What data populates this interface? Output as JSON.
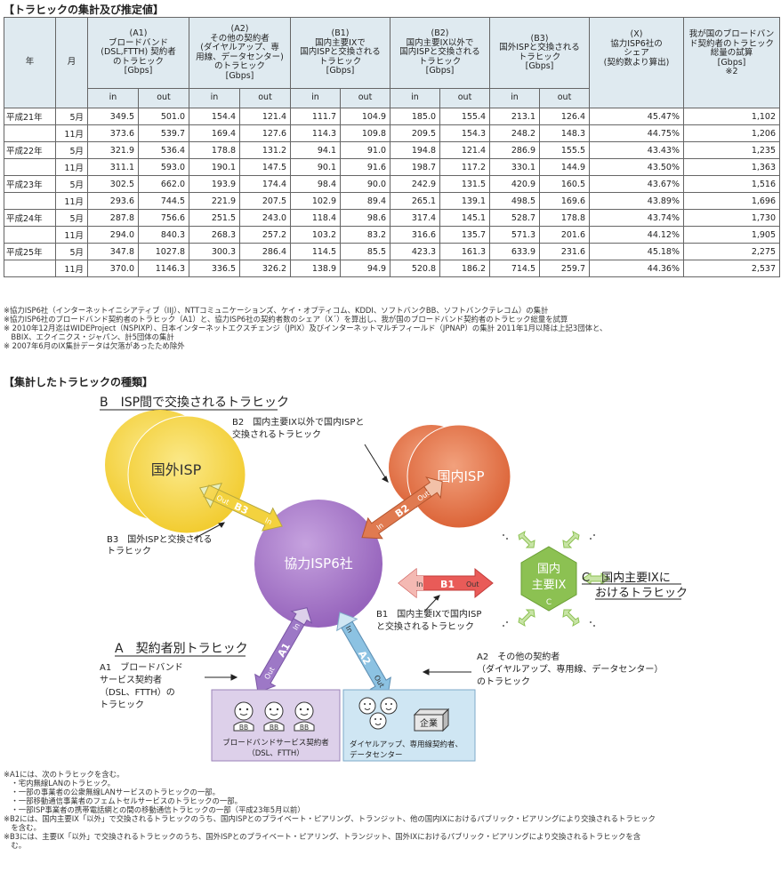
{
  "table_section_title": "【トラヒックの集計及び推定値】",
  "table": {
    "header": {
      "year": "年",
      "month": "月",
      "a1": [
        "(A1)",
        "ブロードバンド",
        "(DSL,FTTH) 契約者",
        "のトラヒック",
        "[Gbps]"
      ],
      "a2": [
        "(A2)",
        "その他の契約者",
        "(ダイヤルアップ、専",
        "用線、データセンター)",
        "のトラヒック",
        "[Gbps]"
      ],
      "b1": [
        "(B1)",
        "国内主要IXで",
        "国内ISPと交換される",
        "トラヒック",
        "[Gbps]"
      ],
      "b2": [
        "(B2)",
        "国内主要IX以外で",
        "国内ISPと交換される",
        "トラヒック",
        "[Gbps]"
      ],
      "b3": [
        "(B3)",
        "国外ISPと交換される",
        "トラヒック",
        "[Gbps]"
      ],
      "x": [
        "(X)",
        "協力ISP6社の",
        "シェア",
        "(契約数より算出)"
      ],
      "total": [
        "我が国のブロードバン",
        "ド契約者のトラヒック",
        "総量の試算",
        "[Gbps]",
        "※2"
      ],
      "in": "in",
      "out": "out"
    },
    "rows": [
      {
        "year": "平成21年",
        "month": "5月",
        "a1_in": "349.5",
        "a1_out": "501.0",
        "a2_in": "154.4",
        "a2_out": "121.4",
        "b1_in": "111.7",
        "b1_out": "104.9",
        "b2_in": "185.0",
        "b2_out": "155.4",
        "b3_in": "213.1",
        "b3_out": "126.4",
        "share": "45.47%",
        "total": "1,102"
      },
      {
        "year": "",
        "month": "11月",
        "a1_in": "373.6",
        "a1_out": "539.7",
        "a2_in": "169.4",
        "a2_out": "127.6",
        "b1_in": "114.3",
        "b1_out": "109.8",
        "b2_in": "209.5",
        "b2_out": "154.3",
        "b3_in": "248.2",
        "b3_out": "148.3",
        "share": "44.75%",
        "total": "1,206"
      },
      {
        "year": "平成22年",
        "month": "5月",
        "a1_in": "321.9",
        "a1_out": "536.4",
        "a2_in": "178.8",
        "a2_out": "131.2",
        "b1_in": "94.1",
        "b1_out": "91.0",
        "b2_in": "194.8",
        "b2_out": "121.4",
        "b3_in": "286.9",
        "b3_out": "155.5",
        "share": "43.43%",
        "total": "1,235"
      },
      {
        "year": "",
        "month": "11月",
        "a1_in": "311.1",
        "a1_out": "593.0",
        "a2_in": "190.1",
        "a2_out": "147.5",
        "b1_in": "90.1",
        "b1_out": "91.6",
        "b2_in": "198.7",
        "b2_out": "117.2",
        "b3_in": "330.1",
        "b3_out": "144.9",
        "share": "43.50%",
        "total": "1,363"
      },
      {
        "year": "平成23年",
        "month": "5月",
        "a1_in": "302.5",
        "a1_out": "662.0",
        "a2_in": "193.9",
        "a2_out": "174.4",
        "b1_in": "98.4",
        "b1_out": "90.0",
        "b2_in": "242.9",
        "b2_out": "131.5",
        "b3_in": "420.9",
        "b3_out": "160.5",
        "share": "43.67%",
        "total": "1,516"
      },
      {
        "year": "",
        "month": "11月",
        "a1_in": "293.6",
        "a1_out": "744.5",
        "a2_in": "221.9",
        "a2_out": "207.5",
        "b1_in": "102.9",
        "b1_out": "89.4",
        "b2_in": "265.1",
        "b2_out": "139.1",
        "b3_in": "498.5",
        "b3_out": "169.6",
        "share": "43.89%",
        "total": "1,696"
      },
      {
        "year": "平成24年",
        "month": "5月",
        "a1_in": "287.8",
        "a1_out": "756.6",
        "a2_in": "251.5",
        "a2_out": "243.0",
        "b1_in": "118.4",
        "b1_out": "98.6",
        "b2_in": "317.4",
        "b2_out": "145.1",
        "b3_in": "528.7",
        "b3_out": "178.8",
        "share": "43.74%",
        "total": "1,730"
      },
      {
        "year": "",
        "month": "11月",
        "a1_in": "294.0",
        "a1_out": "840.3",
        "a2_in": "268.3",
        "a2_out": "257.2",
        "b1_in": "103.2",
        "b1_out": "83.2",
        "b2_in": "316.6",
        "b2_out": "135.7",
        "b3_in": "571.3",
        "b3_out": "201.6",
        "share": "44.12%",
        "total": "1,905"
      },
      {
        "year": "平成25年",
        "month": "5月",
        "a1_in": "347.8",
        "a1_out": "1027.8",
        "a2_in": "300.3",
        "a2_out": "286.4",
        "b1_in": "114.5",
        "b1_out": "85.5",
        "b2_in": "423.3",
        "b2_out": "161.3",
        "b3_in": "633.9",
        "b3_out": "231.6",
        "share": "45.18%",
        "total": "2,275"
      },
      {
        "year": "",
        "month": "11月",
        "a1_in": "370.0",
        "a1_out": "1146.3",
        "a2_in": "336.5",
        "a2_out": "326.2",
        "b1_in": "138.9",
        "b1_out": "94.9",
        "b2_in": "520.8",
        "b2_out": "186.2",
        "b3_in": "714.5",
        "b3_out": "259.7",
        "share": "44.36%",
        "total": "2,537"
      }
    ]
  },
  "table_notes": [
    "※協力ISP6社（インターネットイニシアティブ（IIJ）、NTTコミュニケーションズ、ケイ・オプティコム、KDDI、ソフトバンクBB、ソフトバンクテレコム）の集計",
    "※協力ISP6社のブロードバンド契約者のトラヒック（A1）と、協力ISP6社の契約者数のシェア（X´）を算出し、我が国のブロードバンド契約者のトラヒック総量を試算",
    "※ 2010年12月迄はWIDEProject（NSPIXP）、日本インターネットエクスチェンジ（JPIX）及びインターネットマルチフィールド（JPNAP）の集計 2011年1月以降は上記3団体と、",
    "　BBIX、エクイニクス・ジャパン、計5団体の集計",
    "※ 2007年6月のIX集計データは欠落があったため除外"
  ],
  "diagram_section_title": "【集計したトラヒックの種類】",
  "diagram": {
    "title_b": "B　ISP間で交換されるトラヒック",
    "foreign_isp": "国外ISP",
    "domestic_isp": "国内ISP",
    "center": "協力ISP6社",
    "ix_line1": "国内",
    "ix_line2": "主要IX",
    "ix_c": "C",
    "title_c_line1": "C　国内主要IXに",
    "title_c_line2": "おけるトラヒック",
    "title_a": "A　契約者別トラヒック",
    "arrow_b3": "B3",
    "arrow_b2": "B2",
    "arrow_b1": "B1",
    "arrow_a1": "A1",
    "arrow_a2": "A2",
    "in": "In",
    "out": "Out",
    "label_b2": [
      "B2　国内主要IX以外で国内ISPと",
      "交換されるトラヒック"
    ],
    "label_b3": [
      "B3　国外ISPと交換される",
      "トラヒック"
    ],
    "label_b1": [
      "B1　国内主要IXで国内ISP",
      "と交換されるトラヒック"
    ],
    "label_a1": [
      "A1　ブロードバンド",
      "サービス契約者",
      "（DSL、FTTH）の",
      "トラヒック"
    ],
    "label_a2": [
      "A2　その他の契約者",
      "（ダイヤルアップ、専用線、データセンター）",
      "のトラヒック"
    ],
    "bb": "BB",
    "box_bb_caption": [
      "ブロードバンドサービス契約者",
      "（DSL、FTTH）"
    ],
    "company": "企業",
    "box_other_caption": [
      "ダイヤルアップ、専用線契約者、",
      "データセンター"
    ]
  },
  "footnotes": [
    "※A1には、次のトラヒックを含む。",
    "　・宅内無線LANのトラヒック。",
    "　・一部の事業者の公衆無線LANサービスのトラヒックの一部。",
    "　・一部移動通信事業者のフェムトセルサービスのトラヒックの一部。",
    "　・一部ISP事業者の携帯電話網との間の移動通信トラヒックの一部（平成23年5月以前）",
    "※B2には、国内主要IX「以外」で交換されるトラヒックのうち、国内ISPとのプライベート・ピアリング、トランジット、他の国内IXにおけるパブリック・ピアリングにより交換されるトラヒック",
    "　を含む。",
    "※B3には、主要IX「以外」で交換されるトラヒックのうち、国外ISPとのプライベート・ピアリング、トランジット、国外IXにおけるパブリック・ピアリングにより交換されるトラヒックを含",
    "　む。"
  ],
  "colors": {
    "header_bg": "#dfeaf0",
    "foreign_isp": "#f5d64a",
    "domestic_isp": "#e0734a",
    "center": "#9c6cc0",
    "ix": "#8cc152",
    "box_bb": "#ddd0ea",
    "box_other": "#cfe6f3"
  }
}
